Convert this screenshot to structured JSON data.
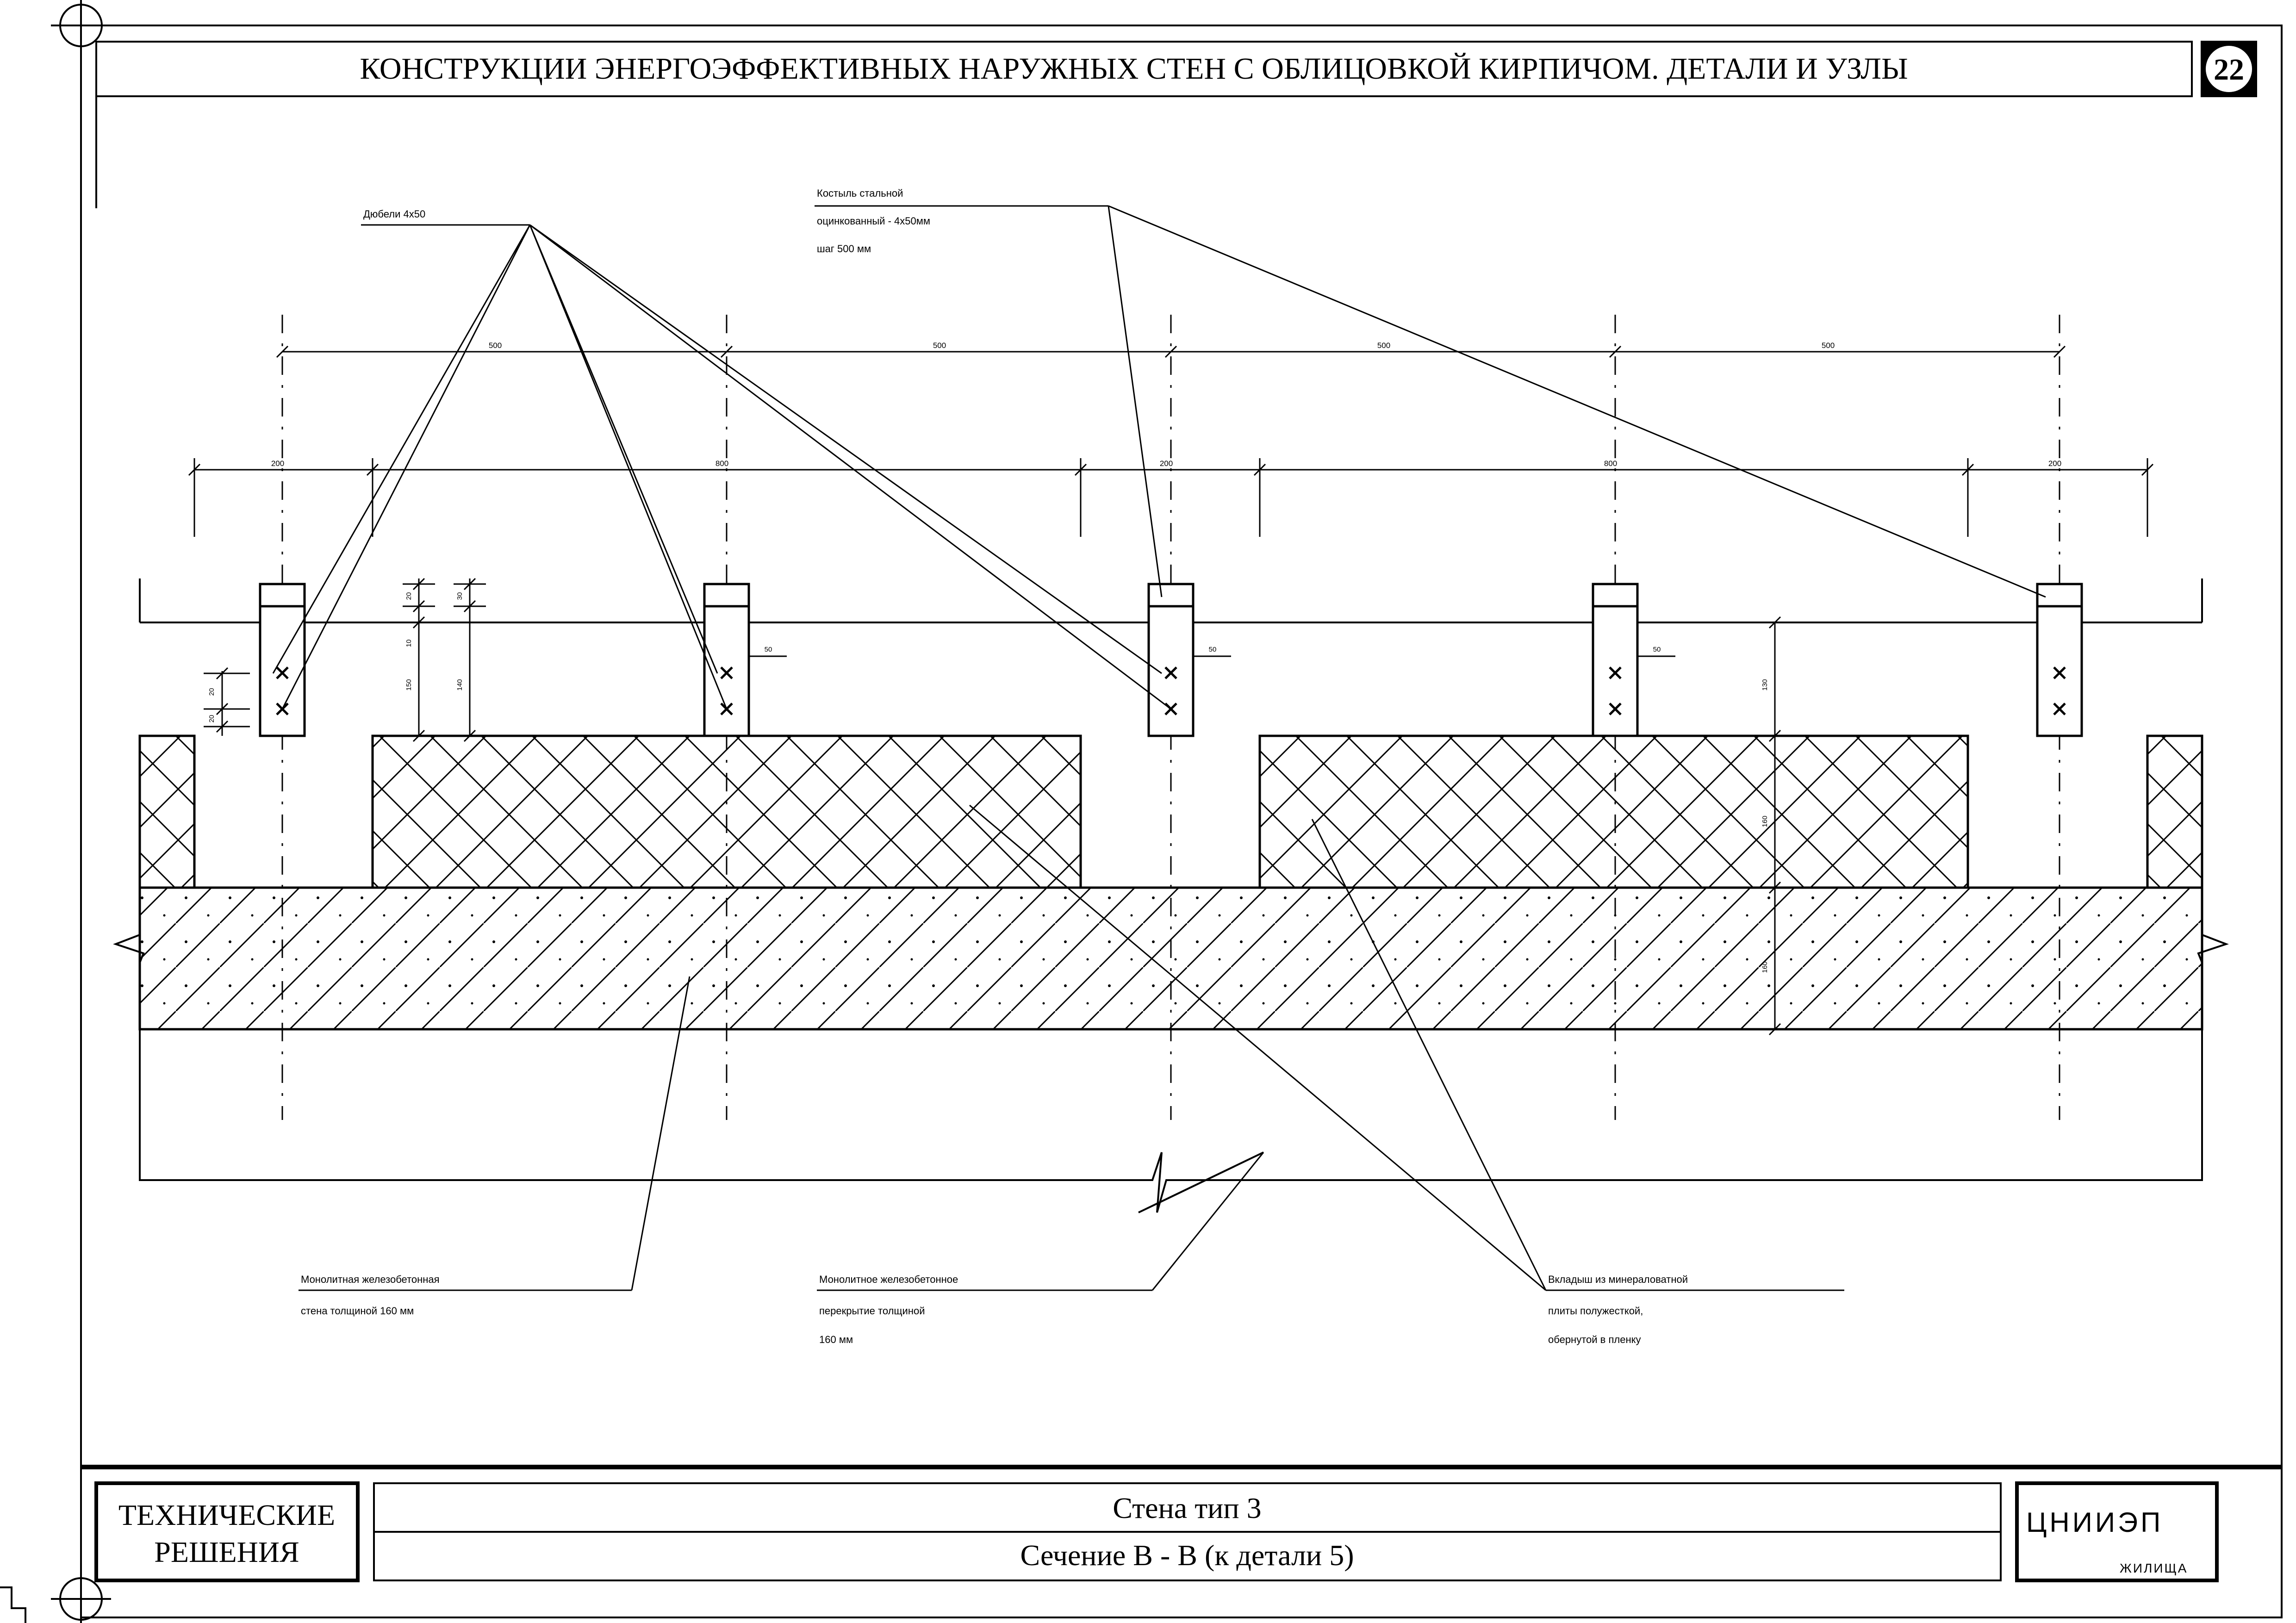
{
  "header": {
    "title": "КОНСТРУКЦИИ ЭНЕРГОЭФФЕКТИВНЫХ НАРУЖНЫХ СТЕН С ОБЛИЦОВКОЙ КИРПИЧОМ. ДЕТАЛИ И УЗЛЫ",
    "sheet_number": "22"
  },
  "callouts": {
    "dowels": "Дюбели 4х50",
    "bracket": [
      "Костыль стальной",
      "оцинкованный - 4х50мм",
      "шаг 500 мм"
    ],
    "wall": [
      "Монолитная железобетонная",
      "стена толщиной 160 мм"
    ],
    "slab": [
      "Монолитное железобетонное",
      "перекрытие толщиной",
      "160 мм"
    ],
    "insert": [
      "Вкладыш из минераловатной",
      "плиты полужесткой,",
      "обернутой в пленку"
    ]
  },
  "dimensions": {
    "top_row": [
      "500",
      "500",
      "500",
      "500"
    ],
    "second_row": [
      "200",
      "800",
      "200",
      "800",
      "200"
    ],
    "small": {
      "d20a": "20",
      "d20b": "20",
      "d10": "10",
      "d150": "150",
      "d140": "140",
      "d30": "30",
      "d50": "50",
      "d130": "130",
      "d160a": "160",
      "d160b": "160"
    }
  },
  "title_block": {
    "left": [
      "ТЕХНИЧЕСКИЕ",
      "РЕШЕНИЯ"
    ],
    "center_top": "Стена тип 3",
    "center_bottom": "Сечение В - В (к детали 5)",
    "org": "ЦНИИЭП",
    "org_sub": "ЖИЛИЩА"
  }
}
